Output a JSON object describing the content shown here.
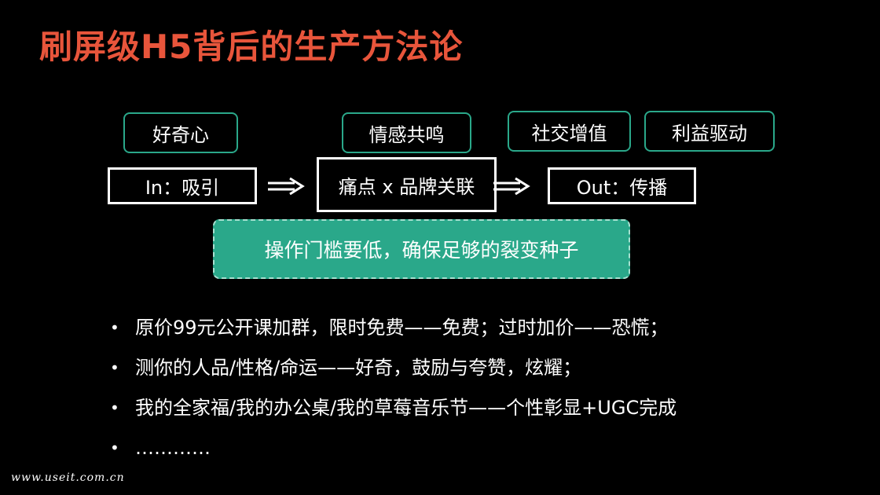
{
  "title": "刷屏级H5背后的生产方法论",
  "tags": {
    "curiosity": "好奇心",
    "emotion": "情感共鸣",
    "social": "社交增值",
    "interest": "利益驱动"
  },
  "flow": {
    "in": "In：吸引",
    "middle": "痛点 x 品牌关联",
    "out": "Out：传播"
  },
  "note": "操作门槛要低，确保足够的裂变种子",
  "bullet_marker": "•",
  "bullets": [
    "原价99元公开课加群，限时免费——免费；过时加价——恐慌；",
    "测你的人品/性格/命运——好奇，鼓励与夸赞，炫耀；",
    "我的全家福/我的办公桌/我的草莓音乐节——个性彰显+UGC完成",
    "…………"
  ],
  "watermark": "www.useit.com.cn",
  "colors": {
    "title": "#e8553b",
    "accent": "#2aa88a",
    "background": "#000000"
  }
}
